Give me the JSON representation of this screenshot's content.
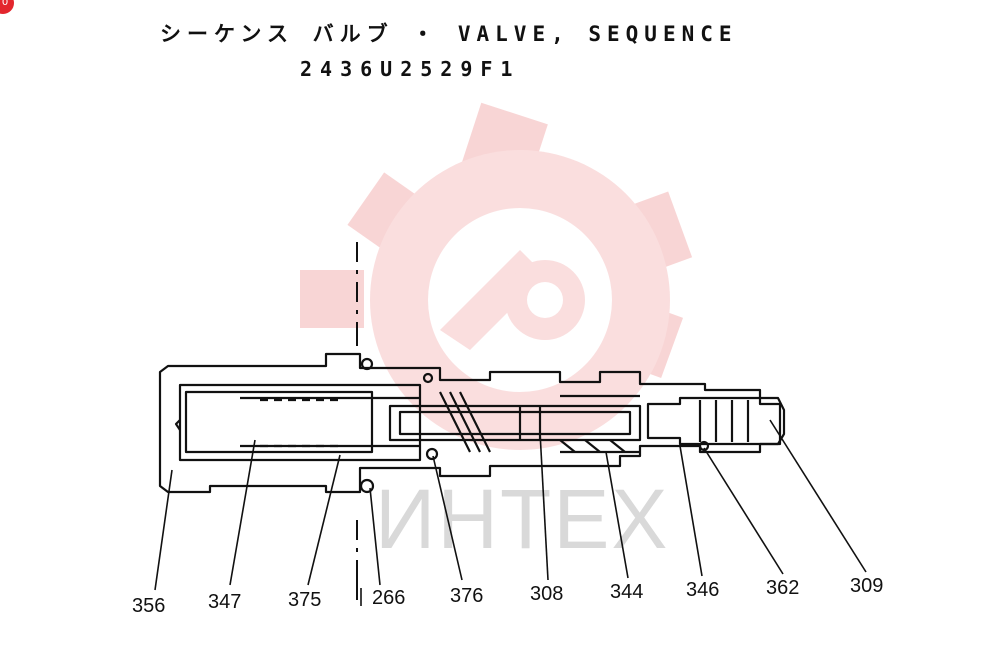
{
  "header": {
    "title": "シーケンス バルブ ・ VALVE, SEQUENCE",
    "part_number": "2436U2529F1"
  },
  "badge": {
    "text": "0",
    "color": "#e3262d"
  },
  "watermark": {
    "text": "ИНТЕХ",
    "color": "#f2b3b3"
  },
  "callouts": [
    {
      "id": "356",
      "label": "356"
    },
    {
      "id": "347",
      "label": "347"
    },
    {
      "id": "375",
      "label": "375"
    },
    {
      "id": "266",
      "label": "266"
    },
    {
      "id": "376",
      "label": "376"
    },
    {
      "id": "308",
      "label": "308"
    },
    {
      "id": "344",
      "label": "344"
    },
    {
      "id": "346",
      "label": "346"
    },
    {
      "id": "362",
      "label": "362"
    },
    {
      "id": "309",
      "label": "309"
    }
  ]
}
